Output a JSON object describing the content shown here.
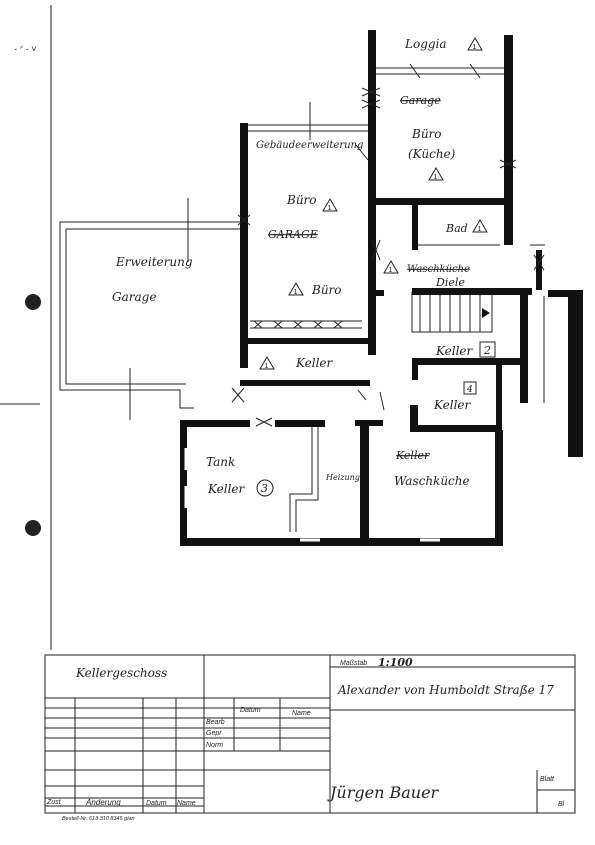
{
  "plan": {
    "rooms": {
      "loggia": "Loggia",
      "garage_struck": "Garage",
      "buero_kueche": "Büro",
      "kueche": "(Küche)",
      "gebaeude": "Gebäudeerweiterung",
      "buero1": "Büro",
      "garage_big_struck": "GARAGE",
      "buero2": "Büro",
      "bad": "Bad",
      "waschkueche_struck": "Waschküche",
      "diele": "Diele",
      "erweiterung": "Erweiterung",
      "garage_ext": "Garage",
      "keller_center": "Keller",
      "keller2": "Keller",
      "keller4": "Keller",
      "heizung": "Heizung",
      "keller_struck": "Keller",
      "waschkueche": "Waschküche",
      "tank": "Tank",
      "keller3": "Keller"
    },
    "markers": {
      "one": "1",
      "two": "2",
      "three": "3",
      "four": "4"
    }
  },
  "title_block": {
    "drawing_title": "Kellergeschoss",
    "scale_label": "Maßstab",
    "scale_value": "1:100",
    "address": "Alexander von Humboldt Straße 17",
    "col_datum": "Datum",
    "col_name": "Name",
    "row_bearb": "Bearb",
    "row_gepr": "Gepr",
    "row_norm": "Norm",
    "zust": "Zust",
    "aenderung": "Änderung",
    "datum": "Datum",
    "name": "Name",
    "blatt": "Blatt",
    "bl": "Bl",
    "order_no": "Bestell-Nr. 613 310 8345 glan",
    "signature": "Jürgen Bauer"
  }
}
